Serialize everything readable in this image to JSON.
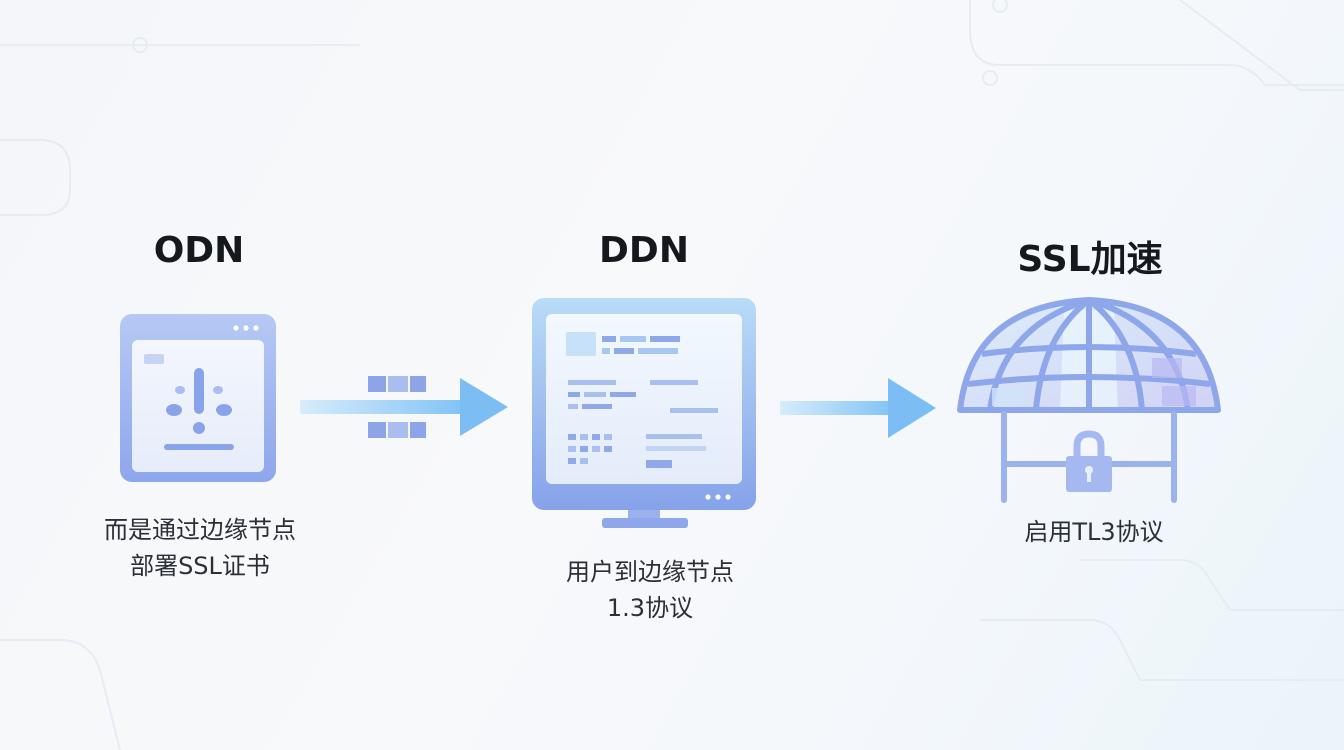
{
  "stages": [
    {
      "title": "ODN",
      "caption_lines": [
        "而是通过边缘节点",
        "部署SSL证书"
      ],
      "icon": "browser-warning-icon"
    },
    {
      "title": "DDN",
      "caption_lines": [
        "用户到边缘节点",
        "1.3协议"
      ],
      "icon": "monitor-dashboard-icon"
    },
    {
      "title": "SSL加速",
      "caption_lines": [
        "启用TL3协议"
      ],
      "icon": "globe-lock-icon"
    }
  ],
  "colors": {
    "accent_blue": "#7f9ff0",
    "light_blue": "#9fd4f5",
    "arrow_blue": "#77bdf4",
    "lavender": "#b9b8f2",
    "text_dark": "#15181d"
  }
}
